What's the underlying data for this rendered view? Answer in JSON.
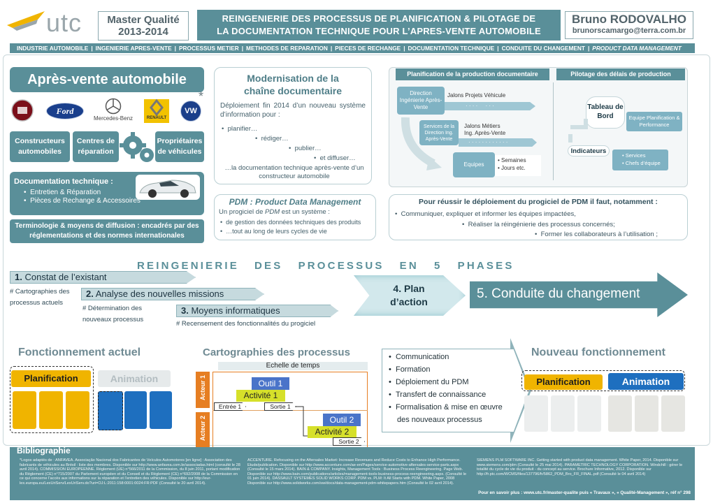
{
  "header": {
    "logo_text": "utc",
    "program_line1": "Master Qualité",
    "program_line2": "2013-2014",
    "title_line1": "REINGENIERIE DES PROCESSUS DE PLANIFICATION & PILOTAGE DE",
    "title_line2": "LA DOCUMENTATION TECHNIQUE POUR L’APRES-VENTE AUTOMOBILE",
    "author_name": "Bruno RODOVALHO",
    "author_email": "brunorscamargo@terra.com.br"
  },
  "nav": [
    "INDUSTRIE AUTOMOBILE",
    "INGENIERIE APRES-VENTE",
    "PROCESSUS METIER",
    "METHODES DE REPARATION",
    "PIECES DE RECHANGE",
    "DOCUMENTATION TECHNIQUE",
    "CONDUITE DU CHANGEMENT",
    "PRODUCT DATA MANAGEMENT"
  ],
  "left": {
    "title": "Après-vente automobile",
    "asterisk": "*",
    "brands": [
      "Ford",
      "Mercedes-Benz",
      "RENAULT",
      "VW"
    ],
    "actors": [
      "Constructeurs automobiles",
      "Centres de réparation",
      "Propriétaires de véhicules"
    ],
    "doc_title": "Documentation technique :",
    "doc_items": [
      "Entretien & Réparation",
      "Pièces de Rechange & Accessoires"
    ],
    "terminology": "Terminologie & moyens de diffusion : encadrés par des réglementations et des normes internationales"
  },
  "modern": {
    "title_line1": "Modernisation de la",
    "title_line2": "chaîne documentaire",
    "intro": "Déploiement fin 2014 d’un nouveau système d’information pour :",
    "items": [
      "planifier…",
      "rédiger…",
      "publier…",
      "et diffuser…"
    ],
    "outro": "…la documentation technique après-vente d’un constructeur automobile"
  },
  "pdm": {
    "title": "PDM : Product Data Management",
    "intro_a": "Un progiciel de",
    "intro_em": "PDM",
    "intro_b": "est un système :",
    "items": [
      "de  gestion des données techniques des produits",
      "…tout au long de leurs cycles de vie"
    ]
  },
  "planning": {
    "title": "Planification de la production documentaire",
    "box1": "Direction Ingénierie Après-Vente",
    "jalons1": "Jalons Projets Véhicule",
    "box2": "Services de la Direction Ing. Après-Vente",
    "jalons2_l1": "Jalons Métiers",
    "jalons2_l2": "Ing. Après-Vente",
    "box3": "Equipes",
    "units": [
      "Semaines",
      "Jours etc."
    ]
  },
  "steering": {
    "title": "Pilotage des délais de production",
    "dashboard": "Tableau de Bord",
    "team": "Equipe Planification & Performance",
    "indicators": "Indicateurs",
    "indicator_items": [
      "Services",
      "Chefs d’équipe"
    ]
  },
  "success": {
    "title": "Pour réussir le déploiement du progiciel de PDM il faut, notamment :",
    "items": [
      "Communiquer, expliquer et informer les équipes impactées,",
      "Réaliser la réingénierie des processus concernés;",
      "Former les collaborateurs à l’utilisation ;"
    ]
  },
  "phases": {
    "title": "REINGENIERIE   DES   PROCESSUS   EN   5   PHASES",
    "p1": "Constat de l’existant",
    "p1_num": "1.",
    "p1_note": "# Cartographies des processus actuels",
    "p2": "Analyse des nouvelles missions",
    "p2_num": "2.",
    "p2_note": "# Détermination des nouveaux processus",
    "p3": "Moyens informatiques",
    "p3_num": "3.",
    "p3_note": "# Recensement des fonctionnalités du progiciel",
    "p4_l1": "4. Plan",
    "p4_l2": "d’action",
    "p5": "5. Conduite du changement"
  },
  "current": {
    "title": "Fonctionnement actuel",
    "plan": "Planification",
    "anim": "Animation"
  },
  "carto": {
    "title": "Cartographies des processus",
    "scale": "Echelle de temps",
    "actor1": "Acteur 1",
    "actor2": "Acteur 2",
    "tool1": "Outil 1",
    "activity1": "Activité 1",
    "in1": "Entrée 1",
    "out1": "Sortie 1",
    "tool2": "Outil 2",
    "activity2": "Activité 2",
    "out2": "Sortie 2"
  },
  "change": {
    "items": [
      "Communication",
      "Formation",
      "Déploiement du PDM",
      "Transfert de connaissance",
      "Formalisation & mise en œuvre des nouveaux processus"
    ]
  },
  "future": {
    "title": "Nouveau fonctionnement",
    "plan": "Planification",
    "anim": "Animation"
  },
  "biblio": {
    "title": "Bibliographie",
    "col1": "*Logos adaptés de : ANFAVEA. Associação Nacional dos Fabricantes de Veículos Automotores [en ligne] : Association des fabricants de véhicules au Brésil : liste des membres. Disponible sur http://www.anfavea.com.br/associadas.html (consulté le 28 avril 2014). COMMISSION EUROPEENNE. Règlement (UE) n°566/2011 de la Commission, du 8 juin 2011, portant modification du Règlement (CE) n°715/2007 du Parlement européen et du Conseil et du Règlement (CE) n°692/2008 de la Commission en ce qui concerne l’accès aux informations sur la réparation et l’entretien des véhicules. Disponible sur http://eur-lex.europa.eu/LexUriServ/LexUriServ.do?uri=OJ:L:2011:158:0001:0024:FR:PDF (Consulté le 20 avril 2014).",
    "col2": "ACCENTURE. Refocusing on the Aftersales Market: Increase Revenues and Reduce Costs to Enhance High Performance. Etude/publication. Disponible sur http://www.accenture.com/ae-en/Pages/service-automotive-aftersales-service-parts.aspx (Consulté le 15 mars 2014). BAIN & COMPANY. Insights, Management Tools : Business Process Reengineering. Page Web. Disponible sur http://www.bain.com/publications/articles/management-tools-business-process-reengineering.aspx. (Consulté le 01 juin 2014). DASSAULT SYSTEMES SOLID WORKS CORP. PDM vs. PLM: It All Starts with PDM. White Paper, 2008 Disponible sur http://www.solidworks.com/sw/docs/data-management-pdm-whitepapers.htm (Consulté le 02 avril 2014).",
    "col3": "SIEMENS PLM SOFTWARE INC. Getting started with product data management. White Paper, 2014. Disponible sur www.siemens.com/plm (Consulté le 25 mai 2014). PARAMETRIC TECHNOLOGY CORPORATION. Windchill : gérer le totalité du cycle de vie du produit - du concept au service. Brochure Informative, 2012. Disponible sur http://fr.ptc.com/WCMS/files/137796/fr/5862_PDM_Bro_FR_FINAL.pdf (Consulté le 04 avril 2014)",
    "footer": "Pour en savoir plus : www.utc.fr/master-qualite  puis « Travaux », « Qualité-Management », réf n° 298"
  },
  "colors": {
    "teal": "#5a8f99",
    "planification": "#f0b400",
    "animation": "#1e6fbf",
    "actor": "#e67e22"
  }
}
